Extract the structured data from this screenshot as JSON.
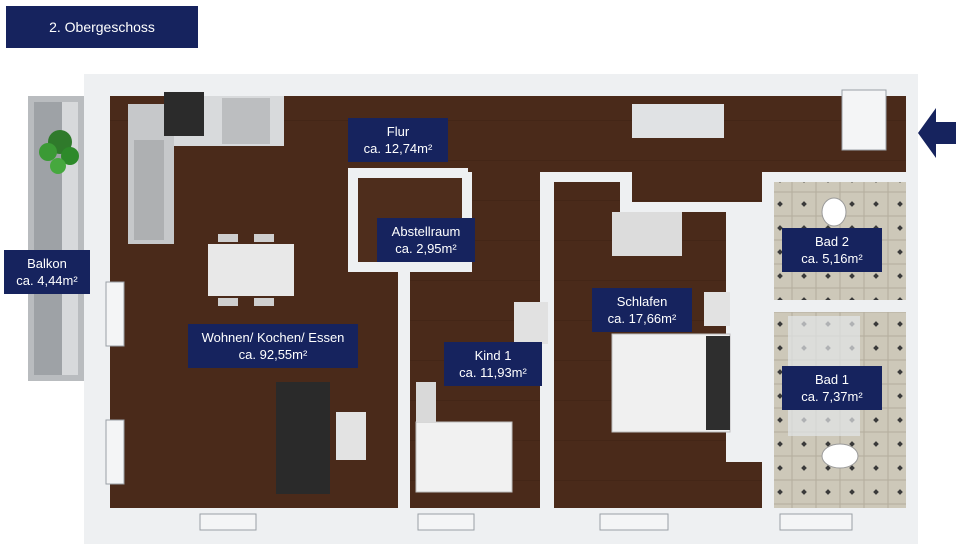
{
  "header": {
    "floor_title": "2. Obergeschoss"
  },
  "rooms": [
    {
      "id": "flur",
      "name": "Flur",
      "area": "ca. 12,74m²"
    },
    {
      "id": "abstellraum",
      "name": "Abstellraum",
      "area": "ca. 2,95m²"
    },
    {
      "id": "balkon",
      "name": "Balkon",
      "area": "ca. 4,44m²"
    },
    {
      "id": "wohnen",
      "name": "Wohnen/ Kochen/ Essen",
      "area": "ca. 92,55m²"
    },
    {
      "id": "kind1",
      "name": "Kind 1",
      "area": "ca. 11,93m²"
    },
    {
      "id": "schlafen",
      "name": "Schlafen",
      "area": "ca. 17,66m²"
    },
    {
      "id": "bad2",
      "name": "Bad 2",
      "area": "ca. 5,16m²"
    },
    {
      "id": "bad1",
      "name": "Bad 1",
      "area": "ca. 7,37m²"
    }
  ],
  "colors": {
    "label_bg": "#16235e",
    "wood_floor": "#4a2a1a",
    "tile_floor": "#c9c4b6",
    "wall": "#eef0f2",
    "arrow": "#16235e"
  },
  "icons": [
    "entrance-arrow-icon"
  ]
}
